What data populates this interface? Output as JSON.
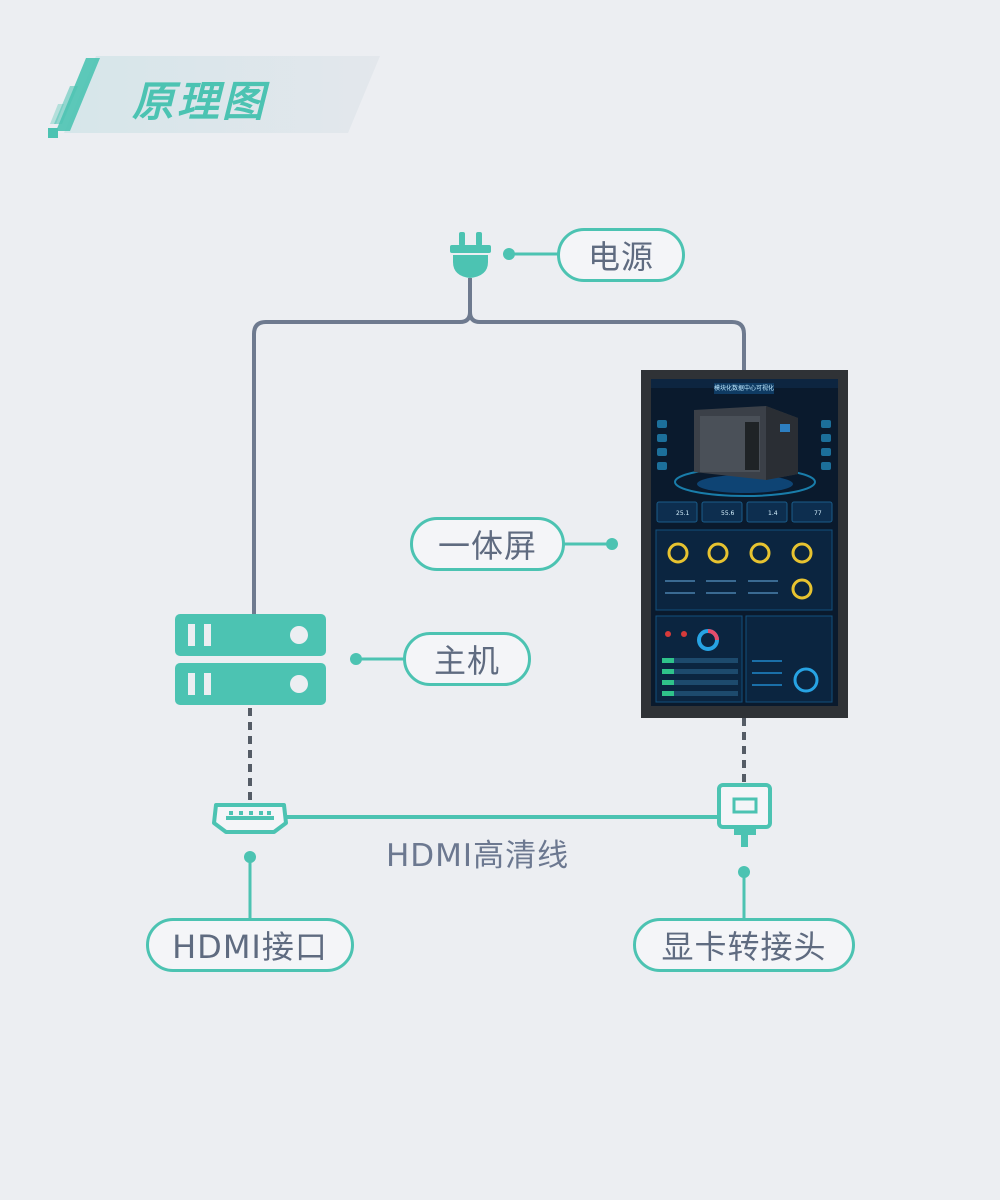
{
  "header": {
    "title": "原理图"
  },
  "labels": {
    "power": "电源",
    "screen": "一体屏",
    "host": "主机",
    "hdmi_cable": "HDMI高清线",
    "hdmi_port": "HDMI接口",
    "adapter": "显卡转接头"
  },
  "screen_content": {
    "title": "模块化数据中心可视化",
    "stats": [
      "25.1",
      "55.6",
      "1.4",
      "77"
    ]
  },
  "colors": {
    "accent": "#4cc3b2",
    "line": "#6e7a8f",
    "background": "#eceef2",
    "text": "#5f6b80"
  }
}
